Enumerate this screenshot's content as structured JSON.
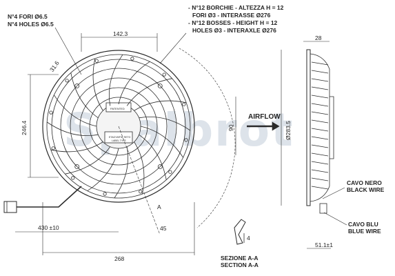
{
  "labels": {
    "holes_it": "N°4 FORI Ø6.5",
    "holes_en": "N°4 HOLES Ø6.5",
    "bosses_it_1": "- N°12 BORCHIE - ALTEZZA H = 12",
    "bosses_it_2": "FORI Ø3 - INTERASSE Ø276",
    "bosses_en_1": "- N°12 BOSSES - HEIGHT H = 12",
    "bosses_en_2": "HOLES Ø3 - INTERAXLE Ø276",
    "airflow": "AIRFLOW",
    "wire_black_it": "CAVO NERO",
    "wire_black_en": "BLACK WIRE",
    "wire_blue_it": "CAVO BLU",
    "wire_blue_en": "BLUE WIRE",
    "section_it": "SEZIONE A-A",
    "section_en": "SECTION A-A",
    "section_mark": "A",
    "section_depth": "4",
    "hub_label_top": "PATENTED",
    "hub_label_mid": "ETAGYARTA TIETO",
    "hub_label_bot": "LABEL TYPE"
  },
  "dimensions": {
    "width_top": "142.3",
    "spacing_diag": "31.6",
    "height_left": "246.4",
    "height_inner": "90",
    "diameter": "Ø283.5",
    "cable_length": "430 ±10",
    "width_bottom": "268",
    "angle": "45",
    "depth_top": "28",
    "depth_bottom": "51.1±1"
  },
  "watermark": "Spalbrot",
  "colors": {
    "line": "#2a2a2a",
    "watermark": "#dde3ea",
    "hub": "#cfcfcf"
  }
}
